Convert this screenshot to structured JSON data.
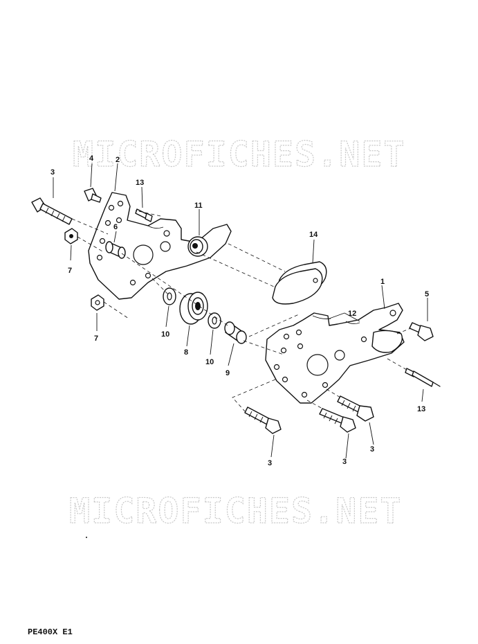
{
  "diagram": {
    "watermark": "MICROFICHES.NET",
    "page_code": "PE400X E1",
    "callouts": {
      "c1": "1",
      "c2": "2",
      "c3a": "3",
      "c3b": "3",
      "c3c": "3",
      "c3d": "3",
      "c4": "4",
      "c5": "5",
      "c6": "6",
      "c7a": "7",
      "c7b": "7",
      "c8": "8",
      "c9": "9",
      "c10a": "10",
      "c10b": "10",
      "c11": "11",
      "c12": "12",
      "c13a": "13",
      "c13b": "13",
      "c14": "14"
    }
  }
}
